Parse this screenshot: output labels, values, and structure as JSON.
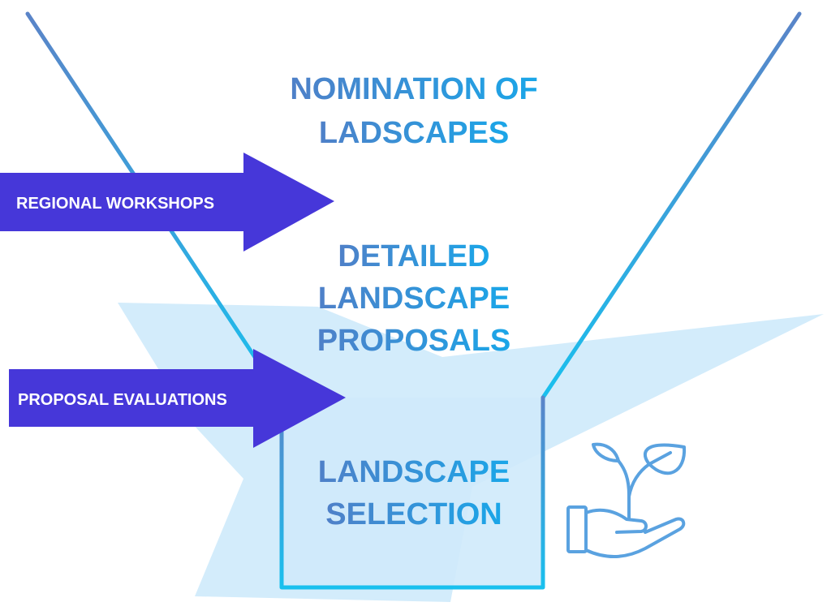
{
  "colors": {
    "outline_start": "#5a84c8",
    "outline_end": "#19c0ee",
    "text_start": "#4f80c8",
    "text_end": "#1aa6e8",
    "arrow_fill": "#4637d9",
    "backdrop_fill": "#d3ecfb",
    "icon_stroke": "#5aa2e0"
  },
  "stages": [
    {
      "lines": [
        "NOMINATION OF",
        "LADSCAPES"
      ]
    },
    {
      "lines": [
        "DETAILED",
        "LANDSCAPE",
        "PROPOSALS"
      ]
    },
    {
      "lines": [
        "LANDSCAPE",
        "SELECTION"
      ]
    }
  ],
  "arrows": [
    {
      "label": "REGIONAL WORKSHOPS"
    },
    {
      "label": "PROPOSAL EVALUATIONS"
    }
  ],
  "icon": {
    "name": "hand-plant-icon"
  }
}
